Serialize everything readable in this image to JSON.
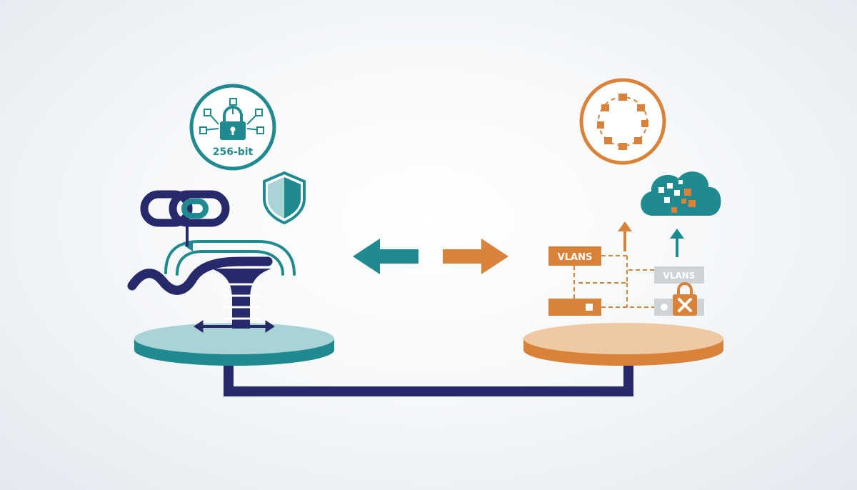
{
  "left_panel": {
    "encryption_badge_text": "256-bit"
  },
  "right_panel": {
    "vlan_tag_primary": "VLANS",
    "vlan_tag_secondary": "VLANS"
  },
  "colors": {
    "teal": "#1f8a8f",
    "teal_light": "#a9d3d4",
    "navy": "#262a6b",
    "orange": "#d9823a",
    "peach": "#efc9a3",
    "gray": "#cfd2d6"
  }
}
